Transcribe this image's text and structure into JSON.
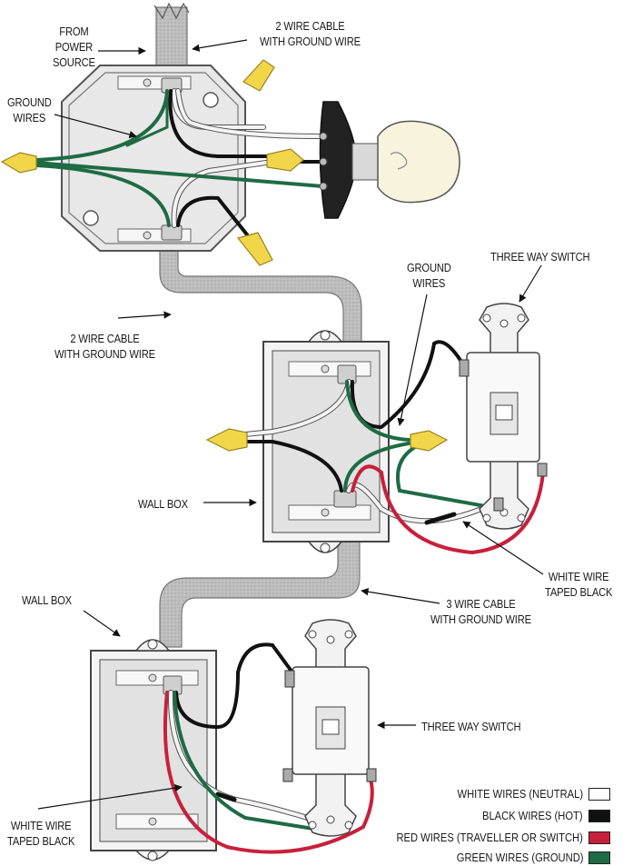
{
  "labels": {
    "from_power_source": [
      "FROM",
      "POWER",
      "SOURCE"
    ],
    "cable_top": [
      "2 WIRE CABLE",
      "WITH GROUND WIRE"
    ],
    "ground_wires_left": [
      "GROUND",
      "WIRES"
    ],
    "cable_middle": [
      "2 WIRE CABLE",
      "WITH GROUND WIRE"
    ],
    "ground_wires_right": [
      "GROUND",
      "WIRES"
    ],
    "three_way_switch_top": "THREE WAY SWITCH",
    "wall_box_middle": "WALL BOX",
    "white_wire_taped_right": [
      "WHITE WIRE",
      "TAPED BLACK"
    ],
    "wall_box_bottom": "WALL BOX",
    "cable_three_wire": [
      "3 WIRE CABLE",
      "WITH GROUND WIRE"
    ],
    "three_way_switch_bottom": "THREE WAY SWITCH",
    "white_wire_taped_left": [
      "WHITE WIRE",
      "TAPED BLACK"
    ]
  },
  "legend": [
    {
      "label": "WHITE WIRES (NEUTRAL)",
      "color": "#ffffff"
    },
    {
      "label": "BLACK WIRES (HOT)",
      "color": "#111111"
    },
    {
      "label": "RED WIRES (TRAVELLER OR SWITCH)",
      "color": "#c8203a"
    },
    {
      "label": "GREEN WIRES (GROUND)",
      "color": "#1e6b45"
    }
  ],
  "colors": {
    "white_wire": "#f4f4f4",
    "black_wire": "#111111",
    "red_wire": "#c8203a",
    "green_wire": "#1e6b45",
    "wire_nut": "#f2d64a",
    "cable_sheath": "#b9b9b9",
    "box_fill": "#ececec",
    "bulb": "#f7f3dc"
  }
}
